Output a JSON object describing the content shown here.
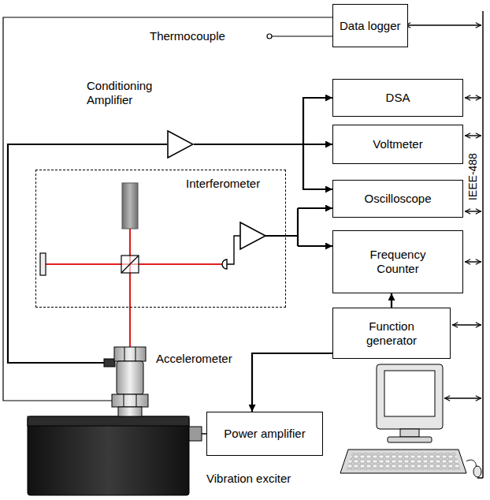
{
  "diagram": {
    "nodes": [
      {
        "text": [
          "Data logger"
        ]
      },
      {
        "text": [
          "Conditioning Amplifier"
        ]
      },
      {
        "text": [
          "DSA"
        ]
      },
      {
        "text": [
          "Voltmeter"
        ]
      },
      {
        "text": [
          "Interferometer"
        ]
      },
      {
        "text": [
          "Oscilloscope"
        ]
      },
      {
        "text": [
          "Frequency Counter"
        ]
      },
      {
        "text": [
          "Function generator"
        ]
      },
      {
        "text": [
          "Power amplifier"
        ]
      }
    ],
    "edges": [
      {
        "from": 1,
        "to": 2,
        "arrow": "to"
      },
      {
        "from": 1,
        "to": 3,
        "arrow": "to"
      },
      {
        "from": 1,
        "to": 5,
        "arrow": "to"
      },
      {
        "from": 7,
        "to": 6,
        "arrow": "to"
      },
      {
        "from": 7,
        "to": 8,
        "arrow": "to"
      }
    ],
    "labels": [
      "Thermocouple",
      "IEEE-488",
      "Accelerometer",
      "Vibration exciter"
    ]
  }
}
